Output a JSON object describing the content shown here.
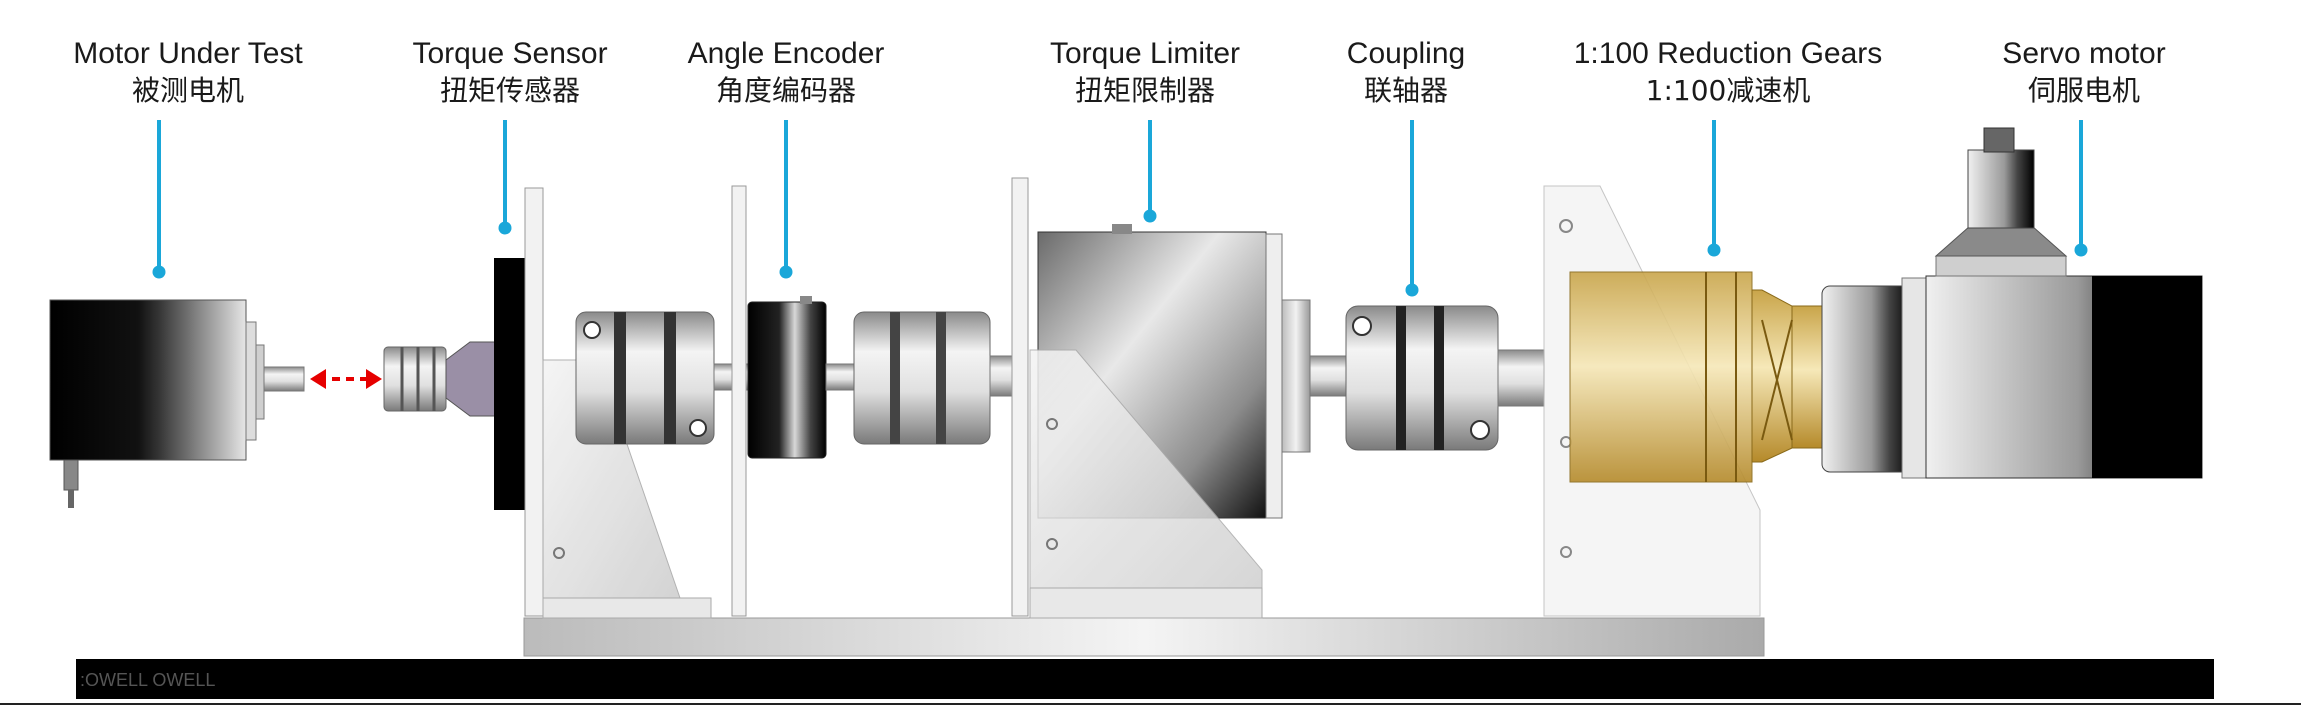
{
  "components": [
    {
      "id": "motor-under-test",
      "en": "Motor Under Test",
      "zh": "被测电机"
    },
    {
      "id": "torque-sensor",
      "en": "Torque Sensor",
      "zh": "扭矩传感器"
    },
    {
      "id": "angle-encoder",
      "en": "Angle Encoder",
      "zh": "角度编码器"
    },
    {
      "id": "torque-limiter",
      "en": "Torque Limiter",
      "zh": "扭矩限制器"
    },
    {
      "id": "coupling",
      "en": "Coupling",
      "zh": "联轴器"
    },
    {
      "id": "reduction-gears",
      "en": "1:100 Reduction Gears",
      "zh": "1:100减速机"
    },
    {
      "id": "servo-motor",
      "en": "Servo motor",
      "zh": "伺服电机"
    }
  ],
  "base_text": ":OWELL  OWELL",
  "colors": {
    "leader": "#1aa7d9",
    "arrow": "#e60000",
    "base": "#000000"
  }
}
